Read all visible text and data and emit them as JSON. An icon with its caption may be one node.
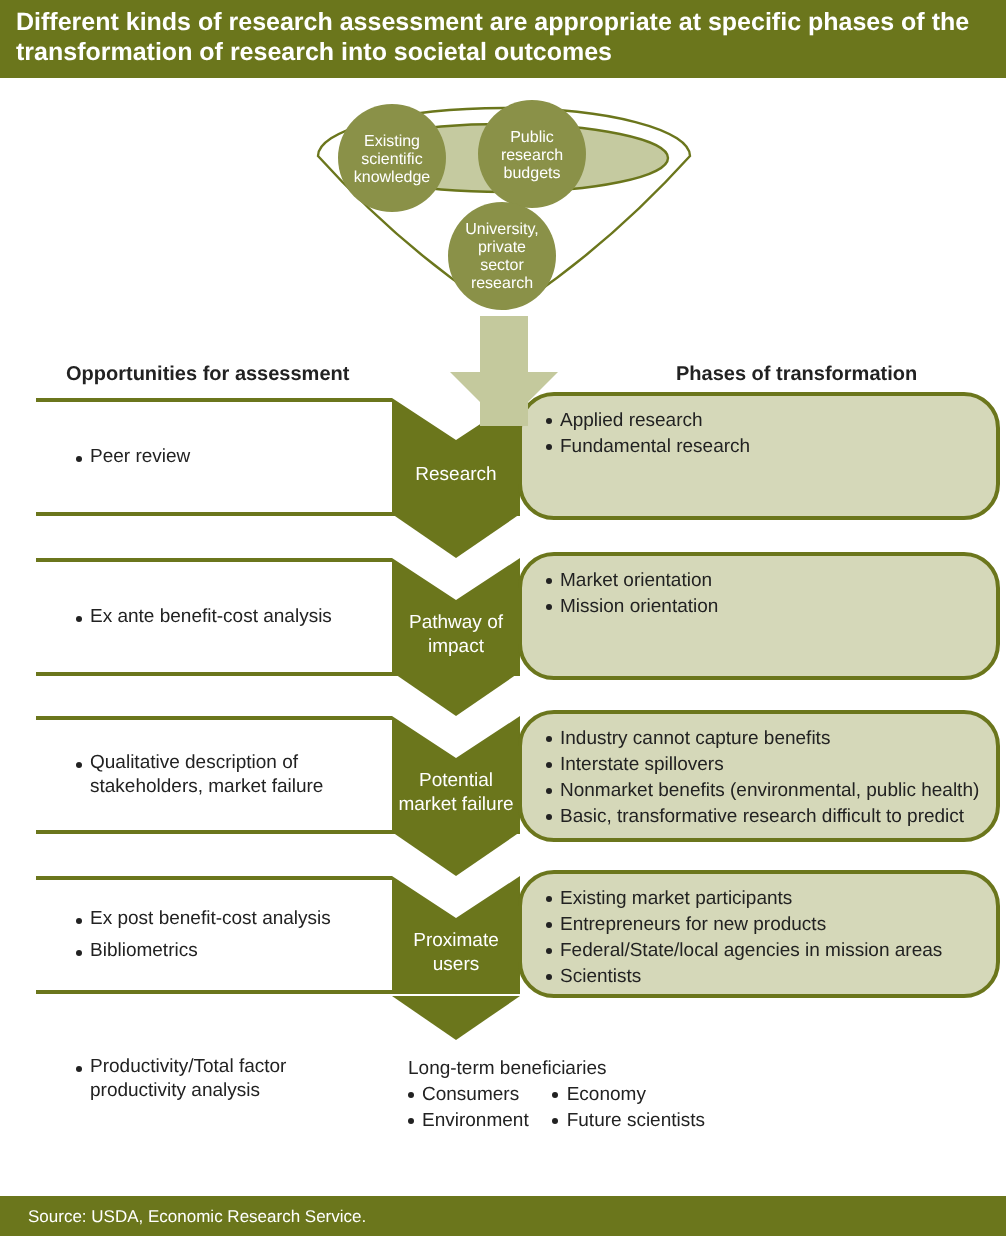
{
  "diagram": {
    "title": "Different kinds of research assessment are appropriate at specific phases of the transformation of research into societal outcomes",
    "caption": "Source: USDA, Economic Research Service.",
    "nodes": [
      {
        "text": [],
        "shape": "funnel"
      },
      {
        "text": [
          "Existing scientific knowledge"
        ],
        "in": 0
      },
      {
        "text": [
          "Public research budgets"
        ],
        "in": 0
      },
      {
        "text": [
          "University, private sector research"
        ],
        "in": 0
      },
      {
        "text": [
          "Peer review"
        ]
      },
      {
        "text": [
          "Research"
        ]
      },
      {
        "text": [
          "Applied research",
          "Fundamental research"
        ]
      },
      {
        "text": [
          "Ex ante benefit-cost analysis"
        ]
      },
      {
        "text": [
          "Pathway of impact"
        ]
      },
      {
        "text": [
          "Market orientation",
          "Mission orientation"
        ]
      },
      {
        "text": [
          "Qualitative description of stakeholders, market failure"
        ]
      },
      {
        "text": [
          "Potential market failure"
        ]
      },
      {
        "text": [
          "Industry cannot capture benefits",
          "Interstate spillovers",
          "Nonmarket benefits (environmental, public health)",
          "Basic, transformative research difficult to predict"
        ]
      },
      {
        "text": [
          "Ex post benefit-cost analysis",
          "Bibliometrics"
        ]
      },
      {
        "text": [
          "Proximate users"
        ]
      },
      {
        "text": [
          "Existing market participants",
          "Entrepreneurs for new products",
          "Federal/State/local agencies in mission areas",
          "Scientists"
        ]
      },
      {
        "text": [
          "Long-term beneficiaries",
          "Consumers",
          "Economy",
          "Environment",
          "Future scientists"
        ]
      }
    ],
    "edges": [
      {
        "from": 0,
        "to": 5,
        "arrow": "to",
        "style": "thick",
        "color": "#c4c99d"
      },
      {
        "from": 5,
        "to": 8,
        "arrow": "to"
      },
      {
        "from": 8,
        "to": 11,
        "arrow": "to"
      },
      {
        "from": 11,
        "to": 14,
        "arrow": "to"
      },
      {
        "from": 14,
        "to": 16,
        "arrow": "to"
      }
    ],
    "labels": [
      "Opportunities for assessment",
      "Phases of transformation",
      "Productivity/Total factor productivity analysis"
    ]
  }
}
